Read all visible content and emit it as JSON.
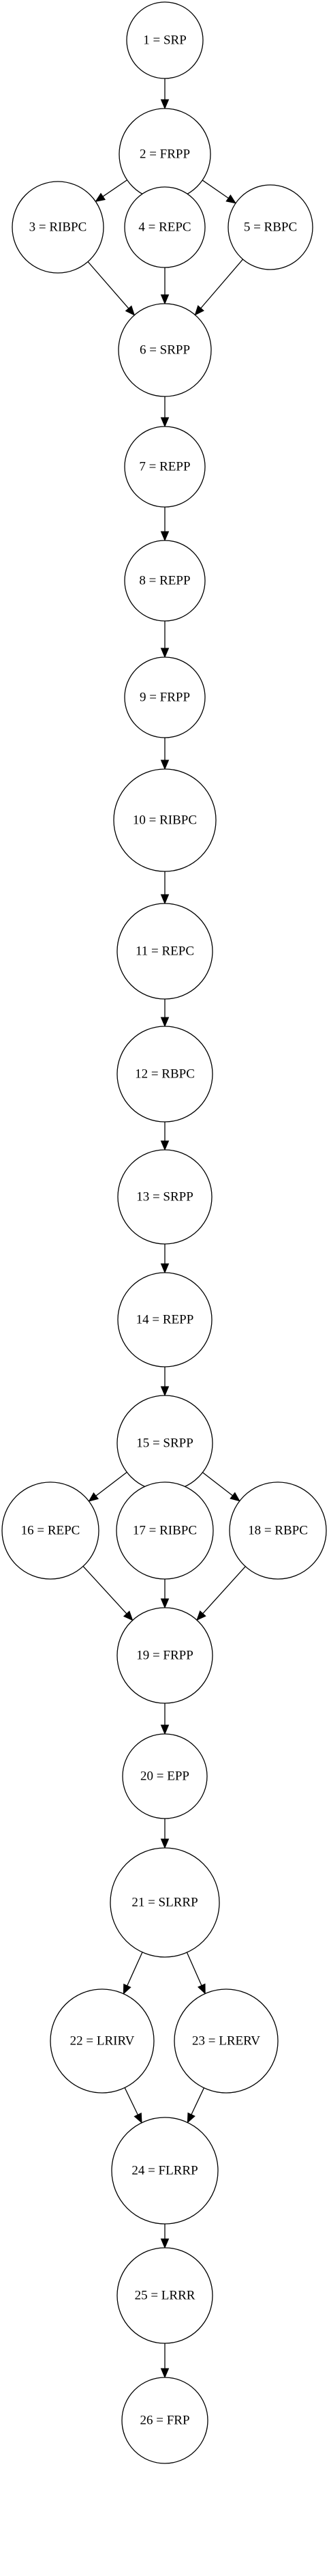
{
  "diagram": {
    "colors": {
      "background": "#ffffff",
      "stroke": "#000000",
      "text": "#000000"
    },
    "nodes": [
      {
        "id": "n1",
        "label": "1 = SRP"
      },
      {
        "id": "n2",
        "label": "2 = FRPP"
      },
      {
        "id": "n3",
        "label": "3 = RIBPC"
      },
      {
        "id": "n4",
        "label": "4 = REPC"
      },
      {
        "id": "n5",
        "label": "5 = RBPC"
      },
      {
        "id": "n6",
        "label": "6 = SRPP"
      },
      {
        "id": "n7",
        "label": "7 = REPP"
      },
      {
        "id": "n8",
        "label": "8 = REPP"
      },
      {
        "id": "n9",
        "label": "9 = FRPP"
      },
      {
        "id": "n10",
        "label": "10 = RIBPC"
      },
      {
        "id": "n11",
        "label": "11 = REPC"
      },
      {
        "id": "n12",
        "label": "12 = RBPC"
      },
      {
        "id": "n13",
        "label": "13 = SRPP"
      },
      {
        "id": "n14",
        "label": "14 = REPP"
      },
      {
        "id": "n15",
        "label": "15 = SRPP"
      },
      {
        "id": "n16",
        "label": "16 = REPC"
      },
      {
        "id": "n17",
        "label": "17 = RIBPC"
      },
      {
        "id": "n18",
        "label": "18 = RBPC"
      },
      {
        "id": "n19",
        "label": "19 = FRPP"
      },
      {
        "id": "n20",
        "label": "20 = EPP"
      },
      {
        "id": "n21",
        "label": "21 = SLRRP"
      },
      {
        "id": "n22",
        "label": "22 = LRIRV"
      },
      {
        "id": "n23",
        "label": "23 = LRERV"
      },
      {
        "id": "n24",
        "label": "24 = FLRRP"
      },
      {
        "id": "n25",
        "label": "25 = LRRR"
      },
      {
        "id": "n26",
        "label": "26 = FRP"
      }
    ],
    "edges": [
      {
        "from": "n1",
        "to": "n2"
      },
      {
        "from": "n2",
        "to": "n3"
      },
      {
        "from": "n2",
        "to": "n4"
      },
      {
        "from": "n2",
        "to": "n5"
      },
      {
        "from": "n3",
        "to": "n6"
      },
      {
        "from": "n4",
        "to": "n6"
      },
      {
        "from": "n5",
        "to": "n6"
      },
      {
        "from": "n6",
        "to": "n7"
      },
      {
        "from": "n7",
        "to": "n8"
      },
      {
        "from": "n8",
        "to": "n9"
      },
      {
        "from": "n9",
        "to": "n10"
      },
      {
        "from": "n10",
        "to": "n11"
      },
      {
        "from": "n11",
        "to": "n12"
      },
      {
        "from": "n12",
        "to": "n13"
      },
      {
        "from": "n13",
        "to": "n14"
      },
      {
        "from": "n14",
        "to": "n15"
      },
      {
        "from": "n15",
        "to": "n16"
      },
      {
        "from": "n15",
        "to": "n17"
      },
      {
        "from": "n15",
        "to": "n18"
      },
      {
        "from": "n16",
        "to": "n19"
      },
      {
        "from": "n17",
        "to": "n19"
      },
      {
        "from": "n18",
        "to": "n19"
      },
      {
        "from": "n19",
        "to": "n20"
      },
      {
        "from": "n20",
        "to": "n21"
      },
      {
        "from": "n21",
        "to": "n22"
      },
      {
        "from": "n21",
        "to": "n23"
      },
      {
        "from": "n22",
        "to": "n24"
      },
      {
        "from": "n23",
        "to": "n24"
      },
      {
        "from": "n24",
        "to": "n25"
      },
      {
        "from": "n25",
        "to": "n26"
      }
    ]
  }
}
